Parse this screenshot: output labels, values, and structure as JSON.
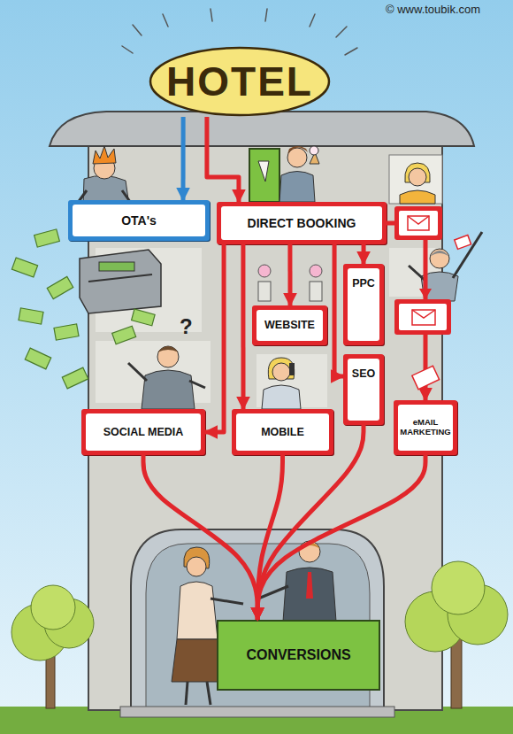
{
  "diagram": {
    "nodes": [
      {
        "text": [
          "HOTEL"
        ]
      },
      {
        "text": [
          "OTA's"
        ]
      },
      {
        "text": [
          "DIRECT BOOKING"
        ]
      },
      {
        "text": [
          "PPC"
        ]
      },
      {
        "text": [
          "WEBSITE"
        ]
      },
      {
        "text": [
          "SEO"
        ]
      },
      {
        "text": [
          "SOCIAL MEDIA"
        ]
      },
      {
        "text": [
          "MOBILE"
        ]
      },
      {
        "text": [
          "eMAIL MARKETING"
        ]
      },
      {
        "text": [
          "CONVERSIONS"
        ]
      }
    ],
    "edges": [
      {
        "from": 0,
        "to": 1,
        "arrow": "to"
      },
      {
        "from": 0,
        "to": 2,
        "arrow": "to"
      },
      {
        "from": 2,
        "to": 8,
        "arrow": "to"
      },
      {
        "from": 2,
        "to": 4,
        "arrow": "to"
      },
      {
        "from": 2,
        "to": 3,
        "arrow": "to"
      },
      {
        "from": 2,
        "to": 6,
        "arrow": "to"
      },
      {
        "from": 2,
        "to": 7,
        "arrow": "to"
      },
      {
        "from": 2,
        "to": 5,
        "arrow": "to"
      },
      {
        "from": 6,
        "to": 9,
        "arrow": "to"
      },
      {
        "from": 7,
        "to": 9,
        "arrow": "to"
      },
      {
        "from": 5,
        "to": 9,
        "arrow": "to"
      },
      {
        "from": 8,
        "to": 9,
        "arrow": "to"
      }
    ],
    "labels": [
      "© www.toubik.com",
      "?"
    ]
  }
}
